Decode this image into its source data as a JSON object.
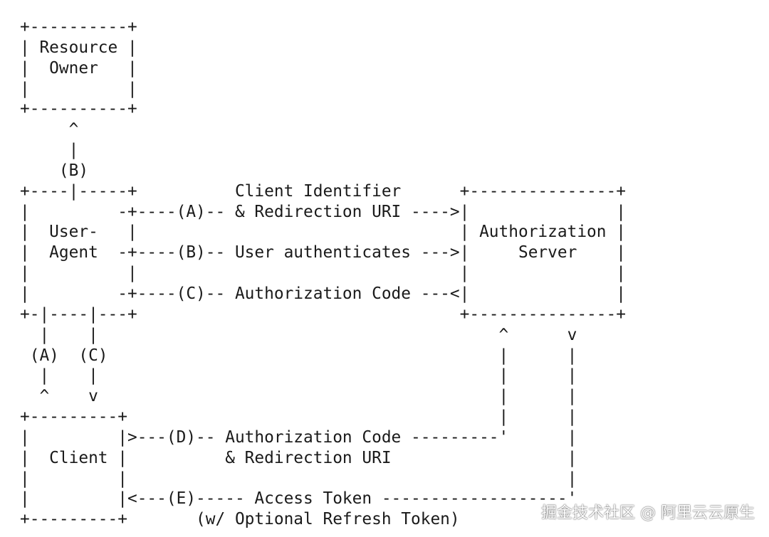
{
  "diagram": {
    "lines": [
      "+----------+",
      "| Resource |",
      "|  Owner   |",
      "|          |",
      "+----------+",
      "     ^",
      "     |",
      "    (B)",
      "+----|-----+          Client Identifier      +---------------+",
      "|         -+----(A)-- & Redirection URI ---->|               |",
      "|  User-   |                                 | Authorization |",
      "|  Agent  -+----(B)-- User authenticates --->|     Server    |",
      "|          |                                 |               |",
      "|         -+----(C)-- Authorization Code ---<|               |",
      "+-|----|---+                                 +---------------+",
      "  |    |                                         ^      v",
      " (A)  (C)                                        |      |",
      "  |    |                                         |      |",
      "  ^    v                                         |      |",
      "+---------+                                      |      |",
      "|         |>---(D)-- Authorization Code ---------'      |",
      "|  Client |          & Redirection URI                  |",
      "|         |                                             |",
      "|         |<---(E)----- Access Token -------------------'",
      "+---------+       (w/ Optional Refresh Token)"
    ]
  },
  "watermark": "掘金技术社区 @ 阿里云云原生"
}
